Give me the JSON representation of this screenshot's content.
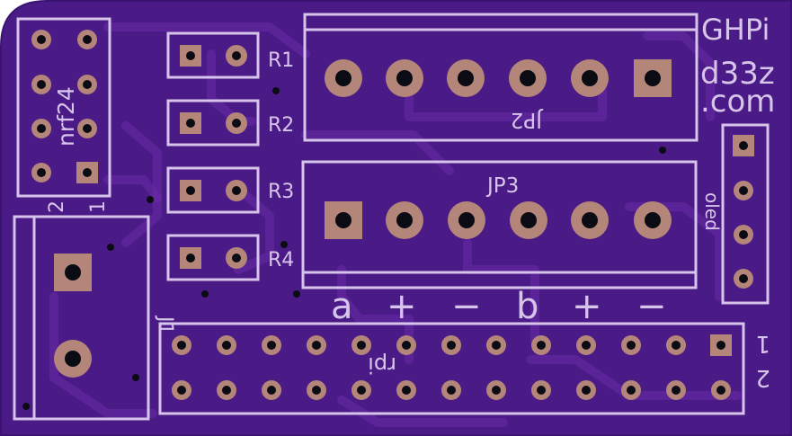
{
  "board": {
    "colors": {
      "background": "#ffffff",
      "soldermask": "#4a1a86",
      "edge": "#3a1470",
      "trace": "#6a2ba8",
      "silkscreen": "#d7c4ea",
      "pad": "#b4867a",
      "drill": "#0b0b14"
    },
    "title": "GHPi",
    "url_line1": "d33z",
    "url_line2": ".com"
  },
  "labels": {
    "nrf24": "nrf24",
    "nrf24_pin2": "2",
    "nrf24_pin1": "1",
    "r1": "R1",
    "r2": "R2",
    "r3": "R3",
    "r4": "R4",
    "jp2": "JP2",
    "jp3": "JP3",
    "oled": "oled",
    "j1": "J1",
    "rpi": "rpi",
    "rpi_pin1": "1",
    "rpi_pin2": "2",
    "jp3_pins": [
      "a",
      "+",
      "−",
      "b",
      "+",
      "−"
    ]
  }
}
